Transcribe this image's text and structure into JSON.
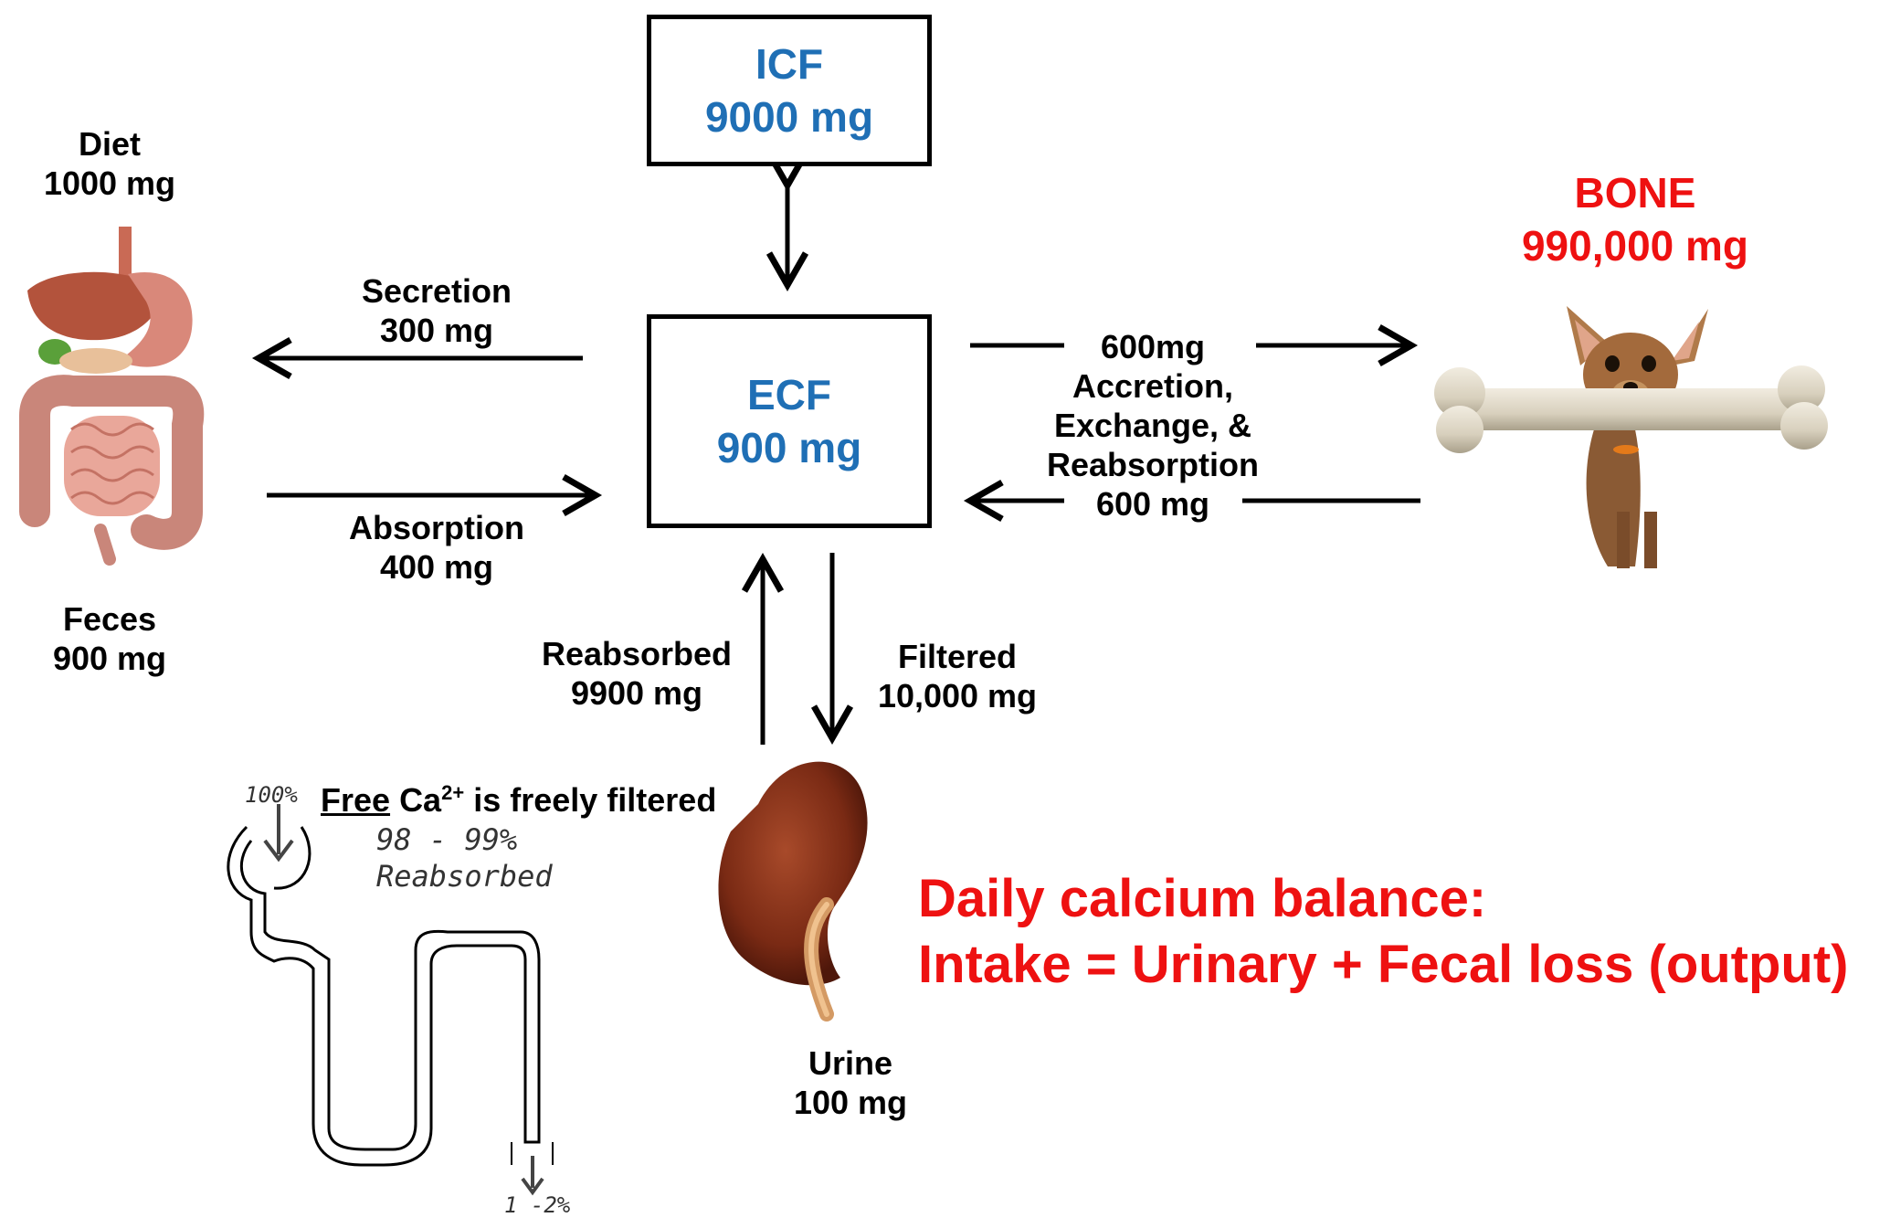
{
  "icf": {
    "label": "ICF",
    "amount": "9000 mg"
  },
  "ecf": {
    "label": "ECF",
    "amount": "900 mg"
  },
  "bone": {
    "label": "BONE",
    "amount": "990,000 mg"
  },
  "diet": {
    "label": "Diet",
    "amount": "1000 mg"
  },
  "feces": {
    "label": "Feces",
    "amount": "900 mg"
  },
  "secretion": {
    "label": "Secretion",
    "amount": "300 mg"
  },
  "absorption": {
    "label": "Absorption",
    "amount": "400 mg"
  },
  "bone_exchange": {
    "out_amount": "600mg",
    "line1": "Accretion,",
    "line2": "Exchange, &",
    "line3": "Reabsorption",
    "in_amount": "600 mg"
  },
  "reabsorbed": {
    "label": "Reabsorbed",
    "amount": "9900 mg"
  },
  "filtered": {
    "label": "Filtered",
    "amount": "10,000 mg"
  },
  "urine": {
    "label": "Urine",
    "amount": "100 mg"
  },
  "nephron": {
    "free_word": "Free",
    "ion": "Ca",
    "charge": "2+",
    "rest": "is freely filtered",
    "top_pct": "100%",
    "reabs_pct": "98 - 99%",
    "reabs_word": "Reabsorbed",
    "bottom_pct": "1 -2%"
  },
  "balance": {
    "line1": "Daily calcium balance:",
    "line2": "Intake = Urinary + Fecal loss (output)"
  },
  "colors": {
    "compartment_text": "#1f6fb5",
    "highlight_red": "#ee1111"
  },
  "icons": [
    "digestive-tract-icon",
    "dog-with-bone-icon",
    "kidney-icon",
    "nephron-tubule-icon"
  ]
}
